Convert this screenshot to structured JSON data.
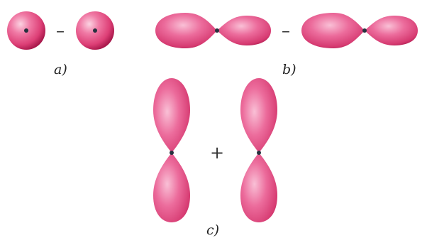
{
  "colors": {
    "lobe_light": "#f8a9c8",
    "lobe_mid": "#e3437d",
    "lobe_dark": "#a41447",
    "nucleus": "#26323f",
    "text": "#222222"
  },
  "panel_a": {
    "caption": "a)",
    "operator": "–"
  },
  "panel_b": {
    "caption": "b)",
    "operator": "–"
  },
  "panel_c": {
    "caption": "c)",
    "operator": "+"
  }
}
